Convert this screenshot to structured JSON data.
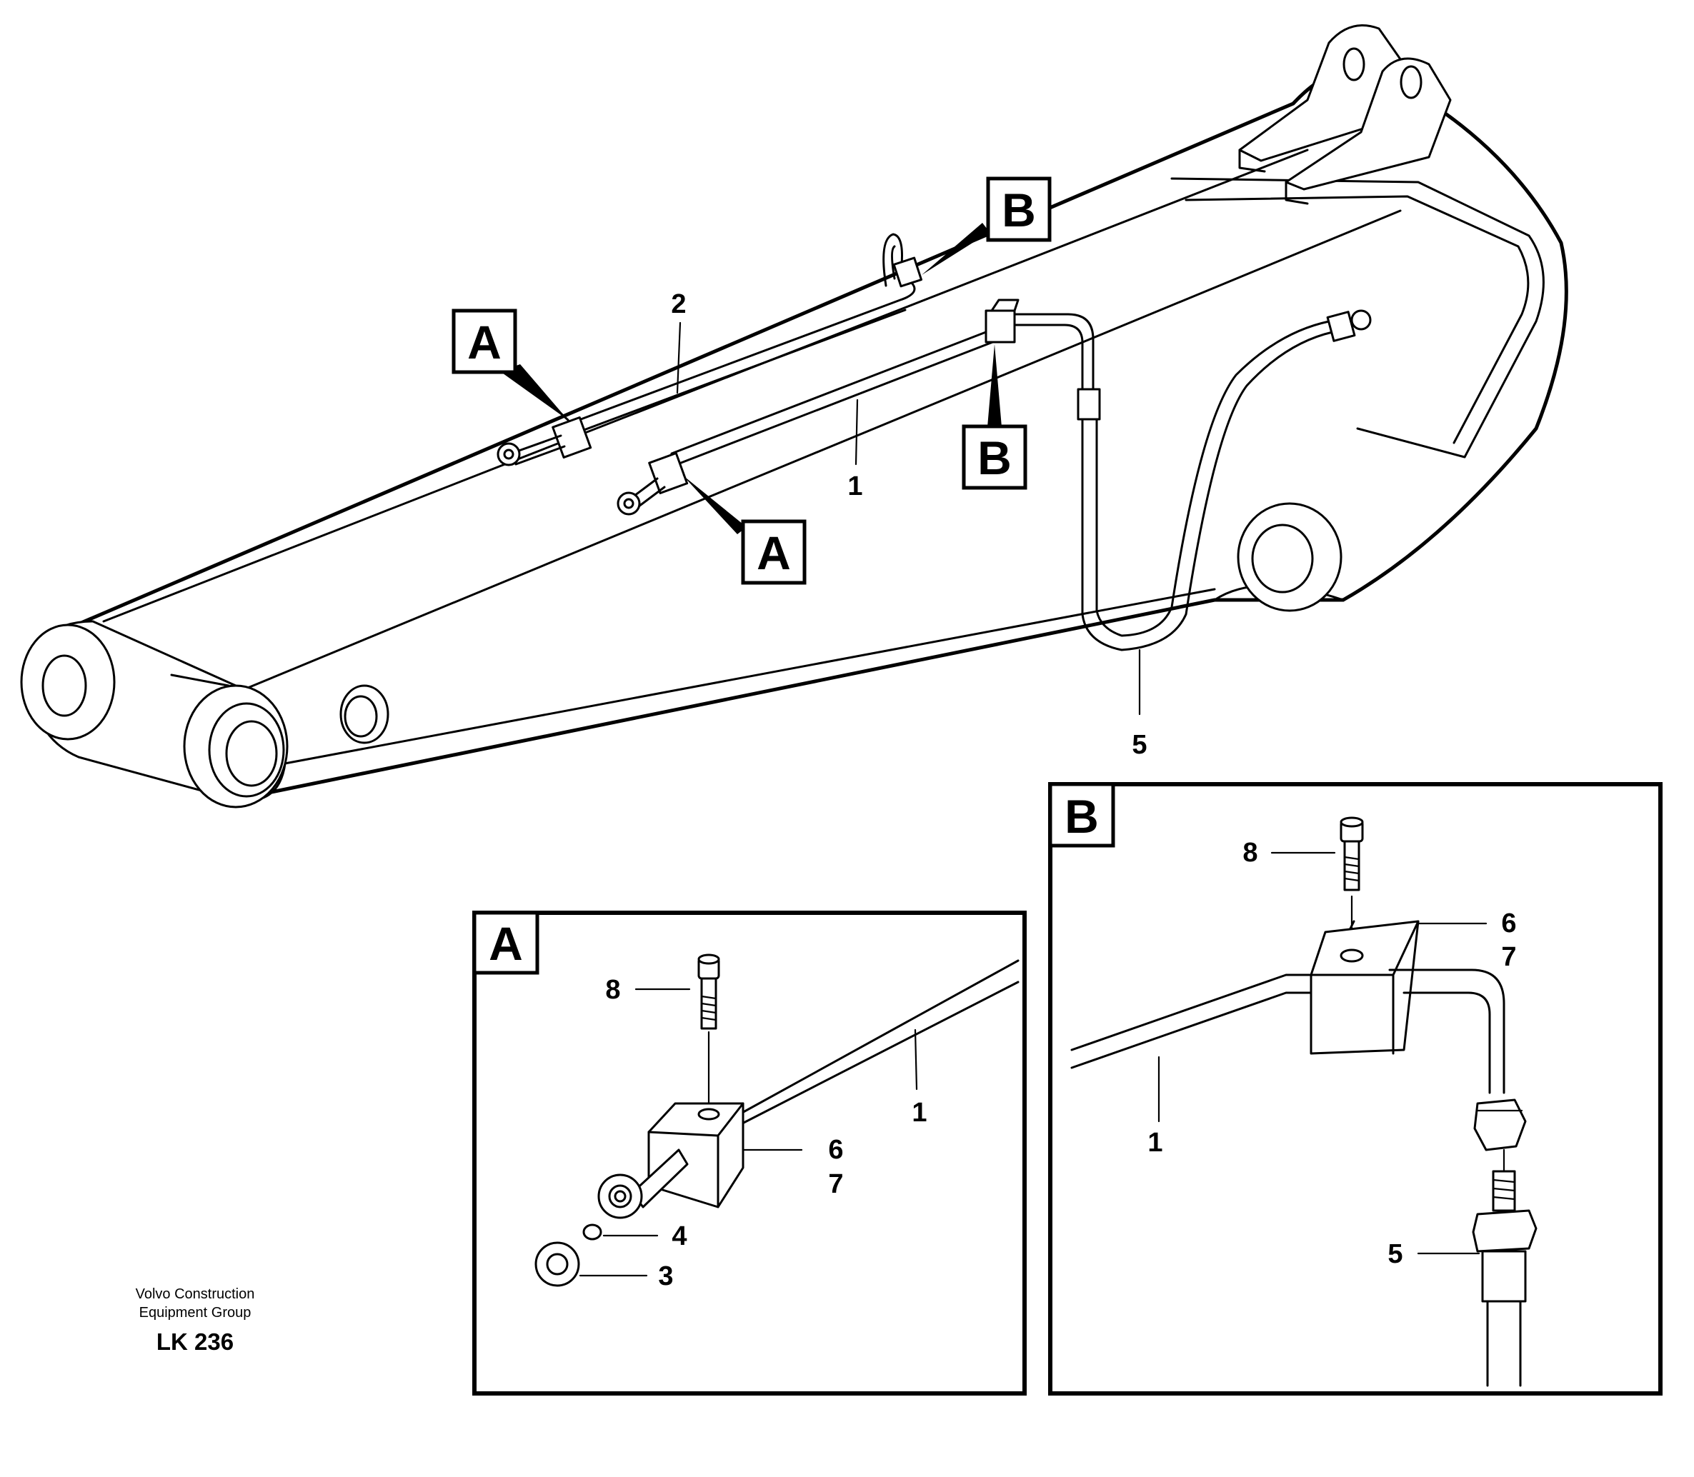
{
  "references": {
    "A": "A",
    "B": "B"
  },
  "callouts": {
    "pipe_1": "1",
    "pipe_2": "2",
    "nut_3": "3",
    "washer_4": "4",
    "hose_5": "5",
    "clamp_6": "6",
    "clamp_7": "7",
    "screw_8": "8"
  },
  "detail_a": {
    "title": "A",
    "labels": {
      "pipe": "1",
      "clamp_top": "6",
      "clamp_bottom": "7",
      "screw": "8",
      "washer": "4",
      "nut": "3"
    }
  },
  "detail_b": {
    "title": "B",
    "labels": {
      "pipe": "1",
      "clamp_top": "6",
      "clamp_bottom": "7",
      "screw": "8",
      "hose": "5"
    }
  },
  "footer": {
    "company_line1": "Volvo Construction",
    "company_line2": "Equipment Group",
    "drawing_code": "LK 236"
  },
  "icons": {
    "boom": "excavator-boom-drawing",
    "screw": "socket-head-screw-icon",
    "nut": "hex-nut-icon"
  }
}
